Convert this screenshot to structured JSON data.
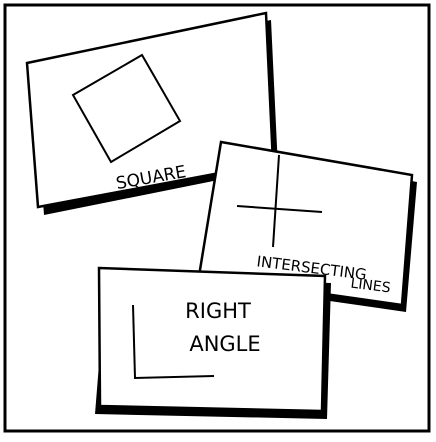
{
  "cards": {
    "square": {
      "label": "SQUARE"
    },
    "intersecting_lines": {
      "label_line1": "INTERSECTING",
      "label_line2": "LINES"
    },
    "right_angle": {
      "label_line1": "RIGHT",
      "label_line2": "ANGLE"
    }
  },
  "colors": {
    "ink": "#000000",
    "paper": "#ffffff"
  }
}
